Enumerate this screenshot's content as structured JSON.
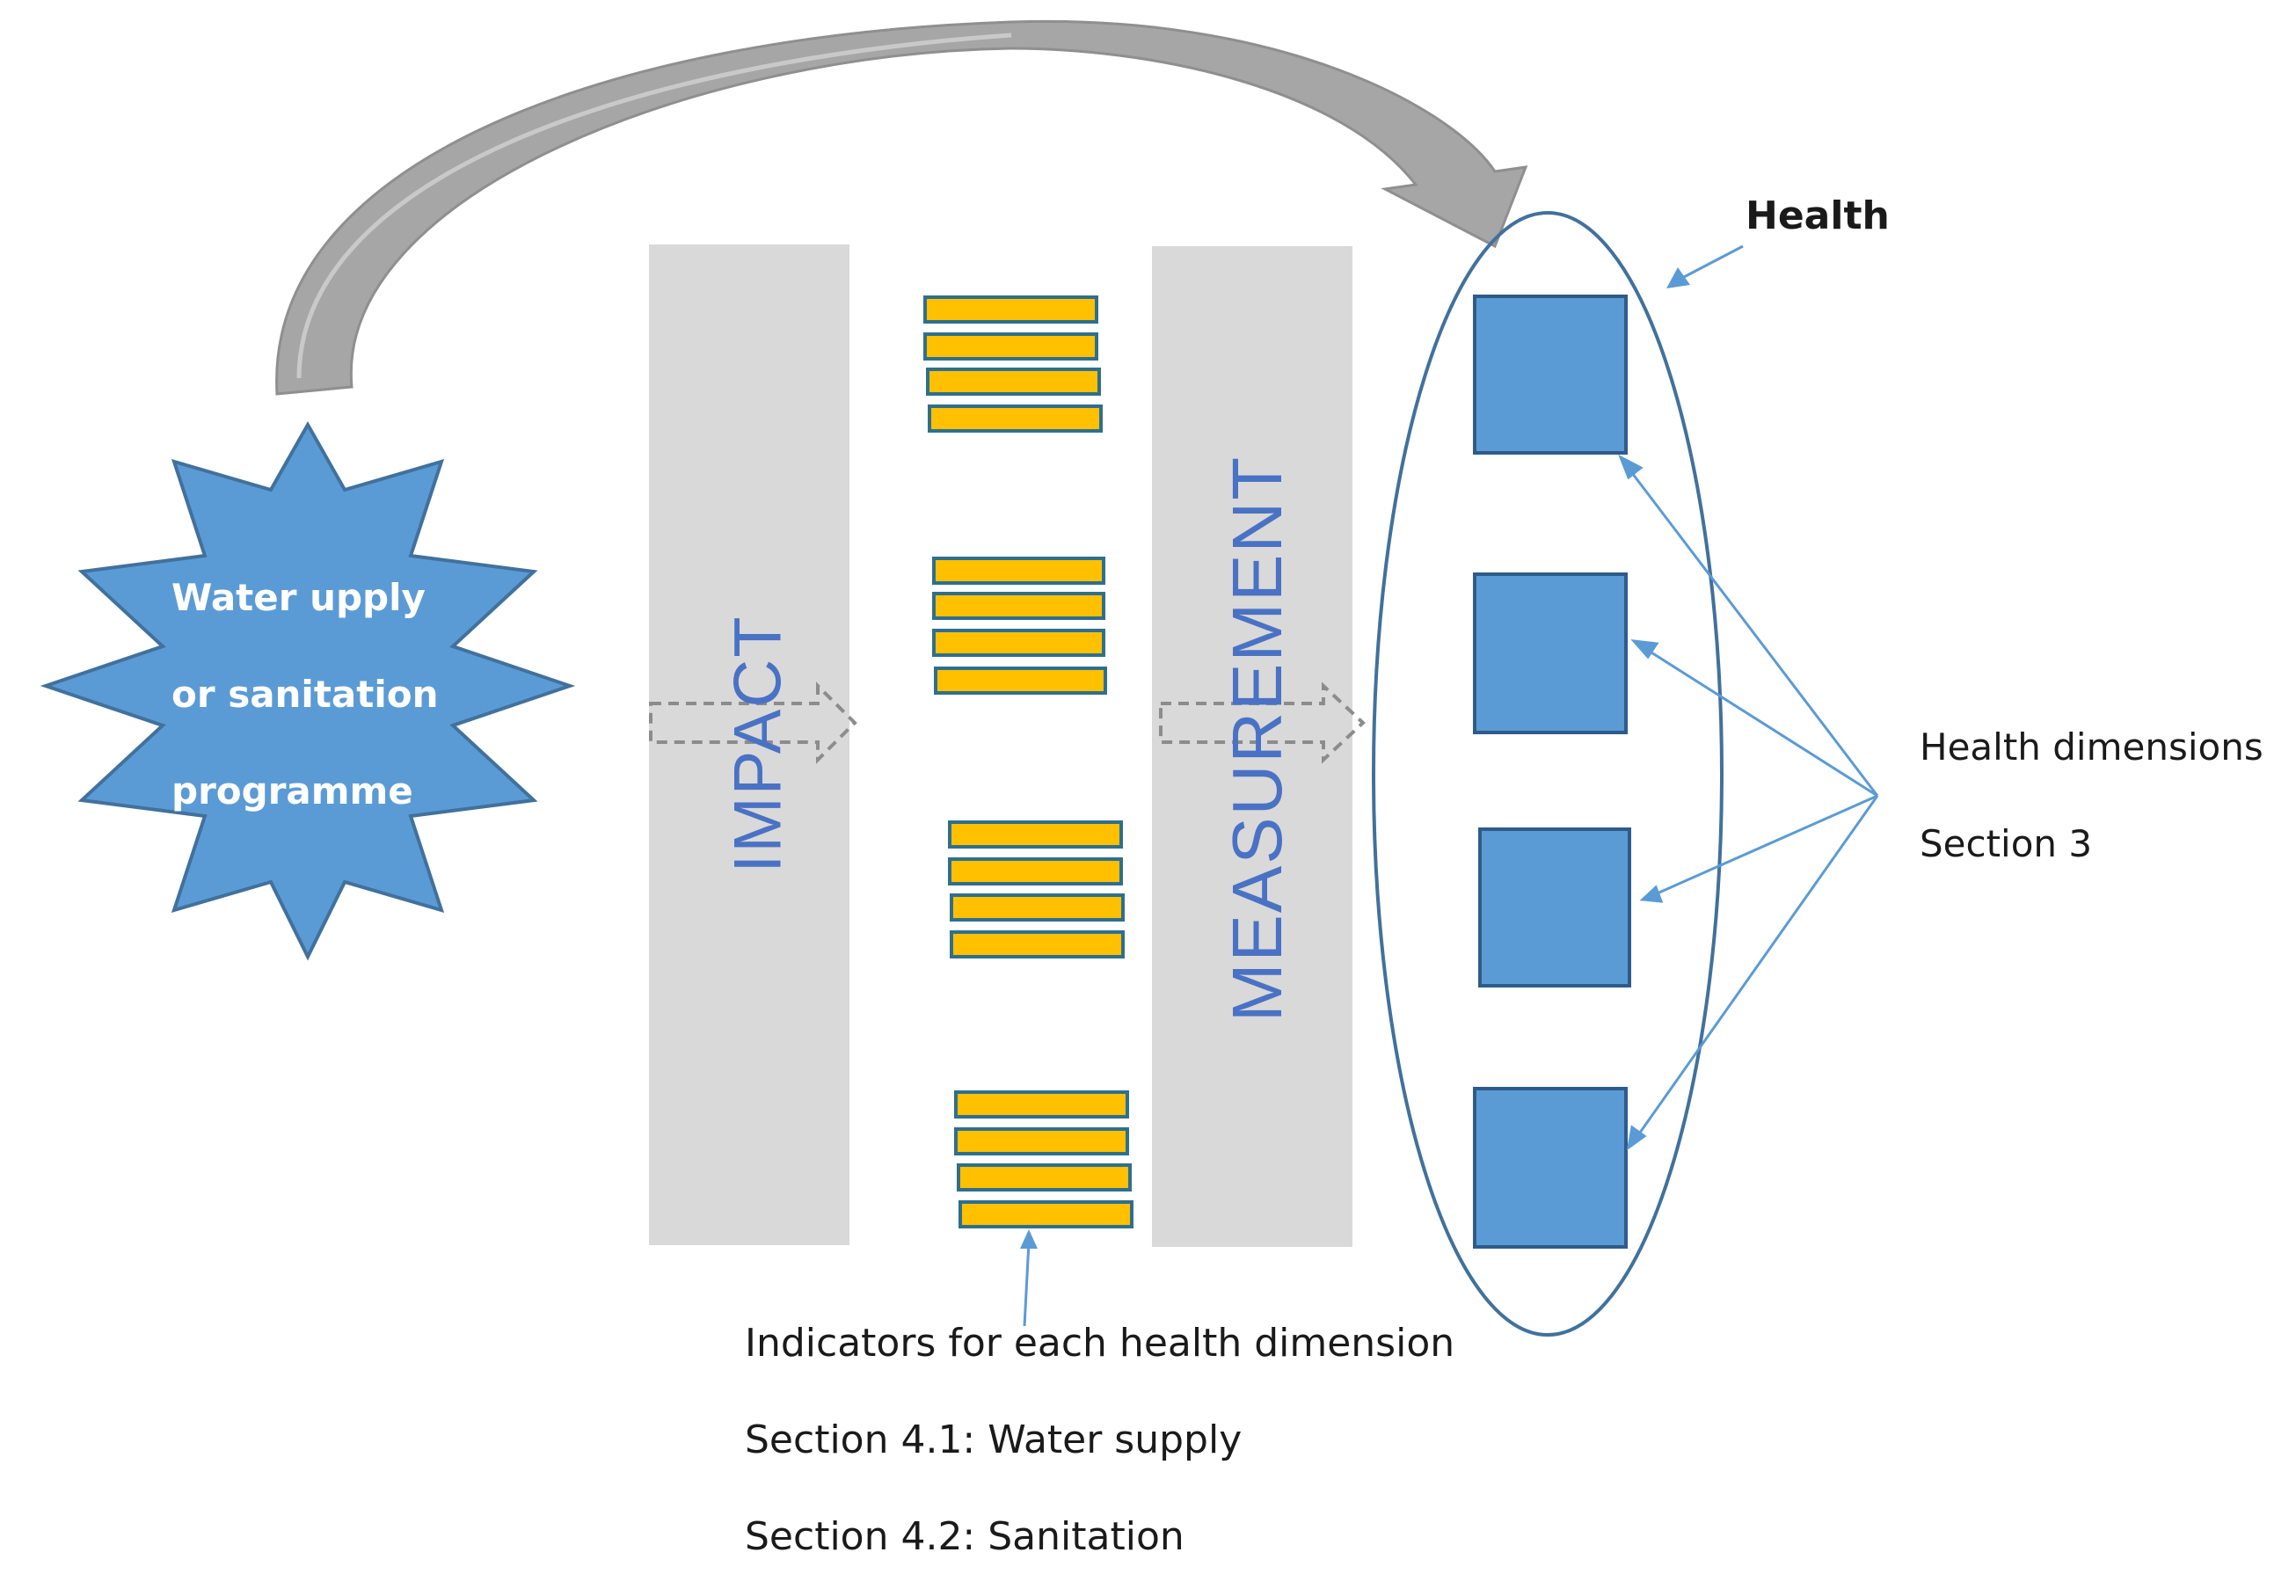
{
  "programme": {
    "lines": [
      "Water upply",
      "or sanitation",
      "programme"
    ]
  },
  "columns": {
    "impact_label": "IMPACT",
    "measurement_label": "MEASUREMENT"
  },
  "health": {
    "title": "Health",
    "dimensions_label": "Health dimensions",
    "dimensions_section": "Section 3"
  },
  "indicators": {
    "title": "Indicators for each health dimension",
    "water_supply": "Section 4.1: Water supply",
    "sanitation": "Section 4.2: Sanitation"
  },
  "colors": {
    "star_fill": "#5b9bd5",
    "star_stroke": "#41719c",
    "square_fill": "#5b9bd5",
    "bar_fill": "#ffc000",
    "column_fill": "#d9d9d9",
    "curved_arrow": "#a6a6a6",
    "ellipse_stroke": "#41719c",
    "vertical_text": "#4a72c4"
  }
}
